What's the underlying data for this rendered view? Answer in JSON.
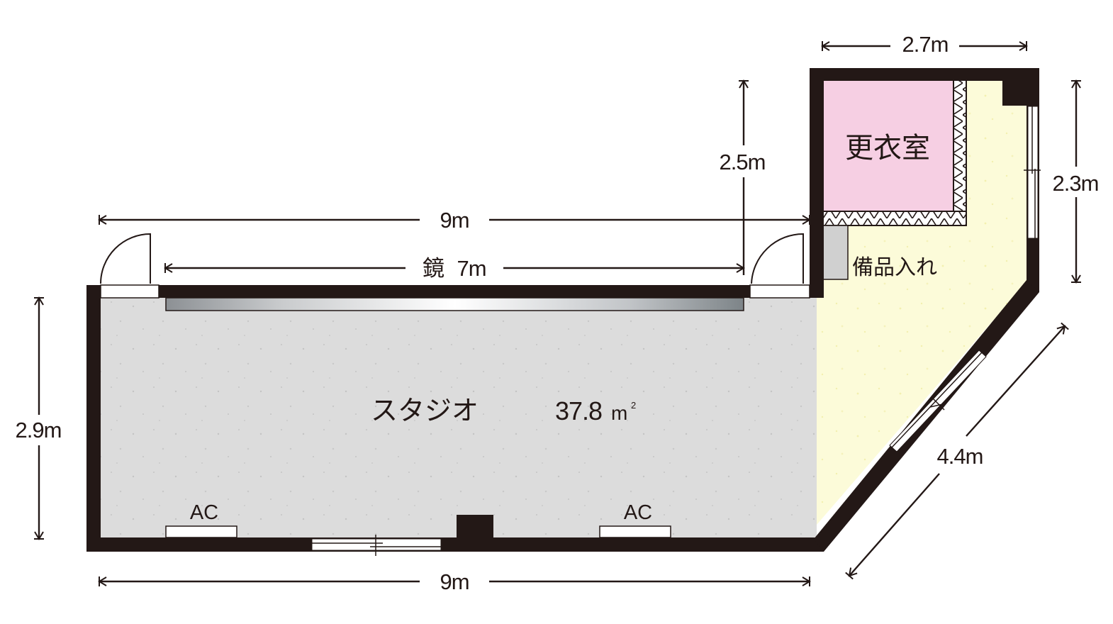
{
  "colors": {
    "wall": "#231816",
    "studio_floor": "#dcdcdc",
    "storage_floor": "#fcfbd9",
    "changing_room": "#f6cfe3",
    "cabinet": "#d0d0d0",
    "door_window": "#ffffff"
  },
  "rooms": {
    "studio": {
      "name": "スタジオ",
      "area": "37.8",
      "unit": "m",
      "unit_sup": "2"
    },
    "changing_room": {
      "name": "更衣室"
    },
    "storage": {
      "name": "備品入れ"
    }
  },
  "fixtures": {
    "mirror": {
      "label": "鏡",
      "length": "7m"
    },
    "ac_left": {
      "label": "AC"
    },
    "ac_right": {
      "label": "AC"
    }
  },
  "dimensions": {
    "top_width": "9m",
    "bottom_width": "9m",
    "left_height": "2.9m",
    "annex_offset_height": "2.5m",
    "annex_width": "2.7m",
    "annex_height": "2.3m",
    "diagonal_wall": "4.4m"
  }
}
